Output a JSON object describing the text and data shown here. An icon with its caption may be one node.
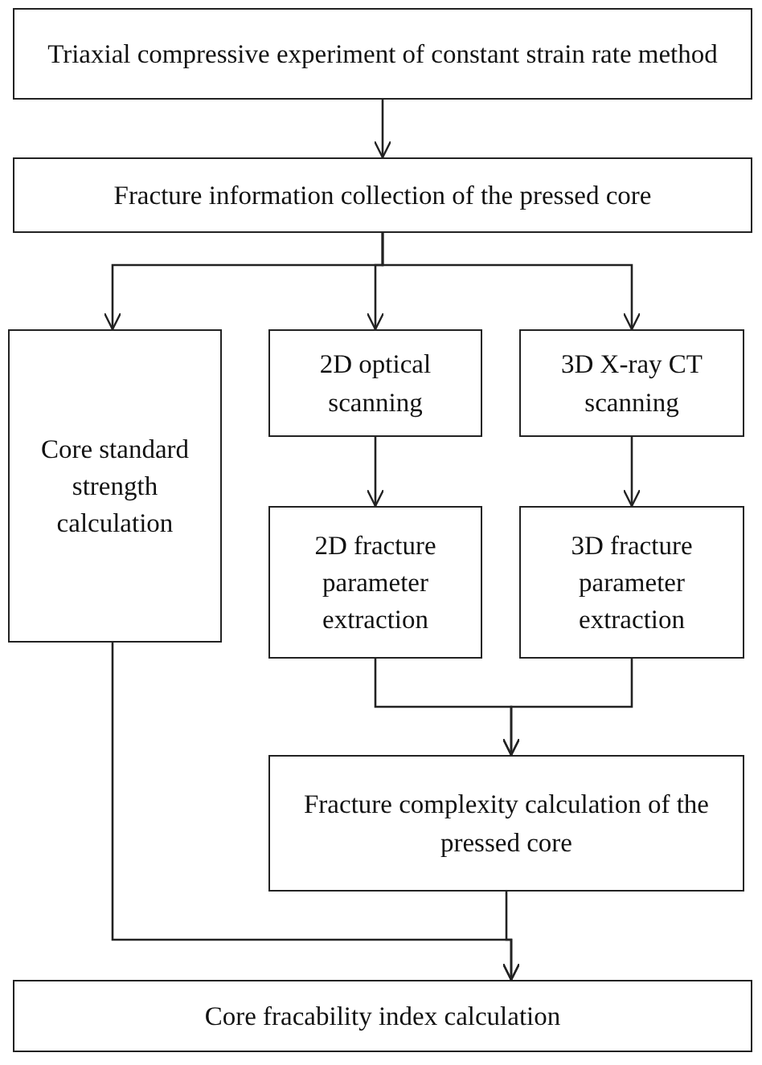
{
  "diagram": {
    "nodes": [
      {
        "text": [
          "Triaxial compressive experiment of constant strain rate method"
        ]
      },
      {
        "text": [
          "Fracture information collection of the pressed core"
        ]
      },
      {
        "text": [
          "Core standard strength calculation"
        ]
      },
      {
        "text": [
          "2D optical scanning"
        ]
      },
      {
        "text": [
          "3D X-ray CT scanning"
        ]
      },
      {
        "text": [
          "2D fracture parameter extraction"
        ]
      },
      {
        "text": [
          "3D fracture parameter extraction"
        ]
      },
      {
        "text": [
          "Fracture complexity calculation of the pressed core"
        ]
      },
      {
        "text": [
          "Core fracability index calculation"
        ]
      }
    ],
    "edges": [
      {
        "from": 0,
        "to": 1,
        "arrow": "to"
      },
      {
        "from": 1,
        "to": 2,
        "arrow": "to"
      },
      {
        "from": 1,
        "to": 3,
        "arrow": "to"
      },
      {
        "from": 1,
        "to": 4,
        "arrow": "to"
      },
      {
        "from": 3,
        "to": 5,
        "arrow": "to"
      },
      {
        "from": 4,
        "to": 6,
        "arrow": "to"
      },
      {
        "from": 5,
        "to": 7,
        "arrow": "to"
      },
      {
        "from": 6,
        "to": 7,
        "arrow": "to"
      },
      {
        "from": 2,
        "to": 8,
        "arrow": "to"
      },
      {
        "from": 7,
        "to": 8,
        "arrow": "to"
      }
    ]
  }
}
